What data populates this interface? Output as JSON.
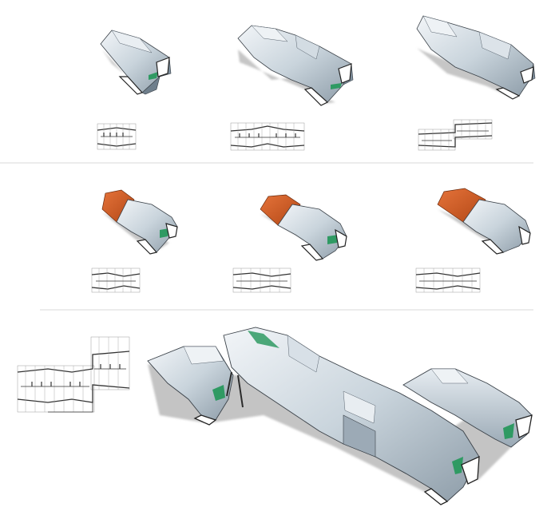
{
  "board": {
    "rows": [
      {
        "id": "row-1",
        "variants": [
          {
            "id": "variant-1",
            "roof": "plain",
            "plan_modules": 2
          },
          {
            "id": "variant-2",
            "roof": "plain",
            "plan_modules": 4
          },
          {
            "id": "variant-3",
            "roof": "plain",
            "plan_modules": 4
          }
        ]
      },
      {
        "id": "row-2",
        "variants": [
          {
            "id": "variant-4",
            "roof": "orange-accent",
            "plan_modules": 3
          },
          {
            "id": "variant-5",
            "roof": "orange-accent",
            "plan_modules": 3
          },
          {
            "id": "variant-6",
            "roof": "orange-accent",
            "plan_modules": 3
          }
        ]
      },
      {
        "id": "row-3",
        "variants": [
          {
            "id": "final-assembly",
            "roof": "plain",
            "plan_modules": 7
          }
        ]
      }
    ]
  },
  "colors": {
    "background": "#ffffff",
    "divider": "#d8d8d8",
    "roof_light": "#dfe7ee",
    "roof_mid": "#b9c7d2",
    "roof_dark": "#7f909e",
    "roof_edge": "#3a4148",
    "shadow": "#c4c4c4",
    "accent_green": "#2f9a63",
    "accent_orange": "#cf5a24",
    "plan_line": "#333333",
    "plan_grid": "#9a9a9a"
  }
}
